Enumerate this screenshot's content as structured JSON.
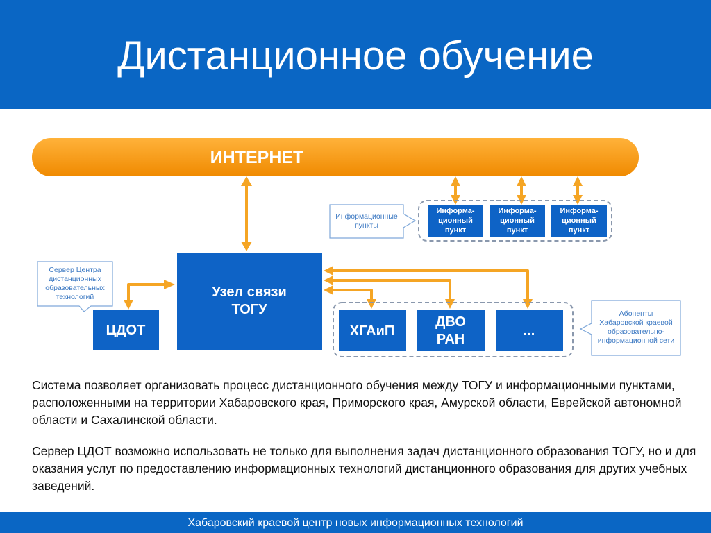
{
  "slide": {
    "title": "Дистанционное обучение",
    "footer": "Хабаровский краевой центр новых информационных технологий"
  },
  "diagram": {
    "internet_label": "ИНТЕРНЕТ",
    "hub_label": [
      "Узел связи",
      "ТОГУ"
    ],
    "cdot_label": "ЦДОТ",
    "cdot_callout": [
      "Сервер Центра",
      "дистанционных",
      "образовательных",
      "технологий"
    ],
    "info_points_callout": [
      "Информационные",
      "пункты"
    ],
    "info_points": [
      {
        "label": [
          "Информа-",
          "ционный",
          "пункт"
        ]
      },
      {
        "label": [
          "Информа-",
          "ционный",
          "пункт"
        ]
      },
      {
        "label": [
          "Информа-",
          "ционный",
          "пункт"
        ]
      }
    ],
    "subscribers": [
      {
        "label": [
          "ХГАиП"
        ]
      },
      {
        "label": [
          "ДВО",
          "РАН"
        ]
      },
      {
        "label": [
          "..."
        ]
      }
    ],
    "subscribers_callout": [
      "Абоненты",
      "Хабаровской краевой",
      "образовательно-",
      "информационной сети"
    ]
  },
  "text": {
    "paragraph1": "Система позволяет организовать процесс дистанционного обучения между ТОГУ и информационными пунктами, расположенными на территории Хабаровского края, Приморского края, Амурской области, Еврейской автономной области и Сахалинской области.",
    "paragraph2": "Сервер ЦДОТ возможно использовать не только для выполнения задач дистанционного образования ТОГУ, но и для оказания услуг по предоставлению информационных технологий дистанционного образования для других учебных заведений."
  },
  "colors": {
    "brand_blue": "#0a66c4",
    "node_blue": "#0e63c6",
    "internet_orange": "#f79a0e",
    "arrow_orange": "#f5a524",
    "callout_text": "#3b78c2"
  }
}
